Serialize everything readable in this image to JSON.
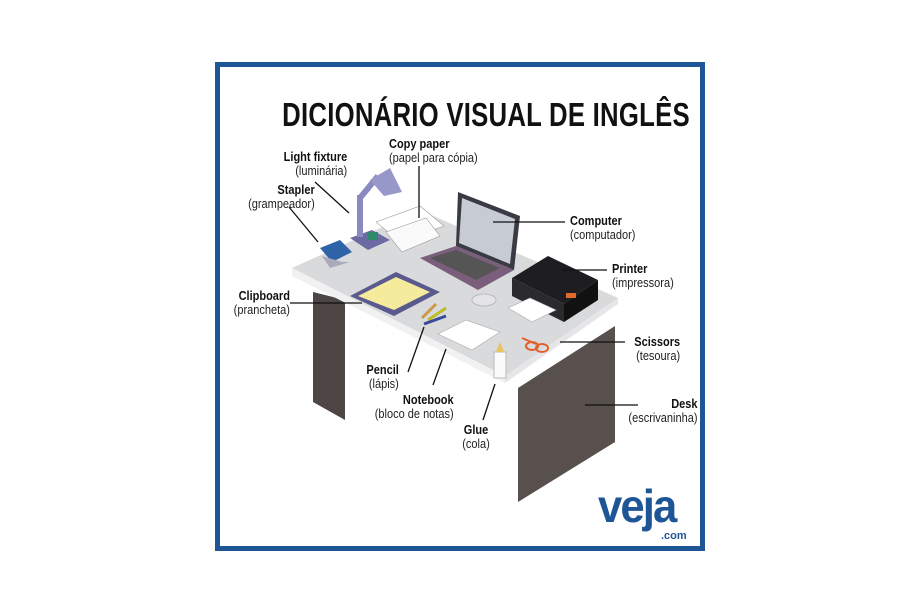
{
  "title": "DICIONÁRIO VISUAL DE INGLÊS",
  "labels": {
    "light_fixture": {
      "en": "Light fixture",
      "pt": "(luminária)"
    },
    "copy_paper": {
      "en": "Copy paper",
      "pt": "(papel para cópia)"
    },
    "stapler": {
      "en": "Stapler",
      "pt": "(grampeador)"
    },
    "computer": {
      "en": "Computer",
      "pt": "(computador)"
    },
    "printer": {
      "en": "Printer",
      "pt": "(impressora)"
    },
    "clipboard": {
      "en": "Clipboard",
      "pt": "(prancheta)"
    },
    "scissors": {
      "en": "Scissors",
      "pt": "(tesoura)"
    },
    "pencil": {
      "en": "Pencil",
      "pt": "(lápis)"
    },
    "notebook": {
      "en": "Notebook",
      "pt": "(bloco de notas)"
    },
    "glue": {
      "en": "Glue",
      "pt": "(cola)"
    },
    "desk": {
      "en": "Desk",
      "pt": "(escrivaninha)"
    }
  },
  "logo": {
    "name": "veja",
    "suffix": ".com"
  },
  "colors": {
    "frame": "#1d5597",
    "logo": "#1d5597"
  }
}
